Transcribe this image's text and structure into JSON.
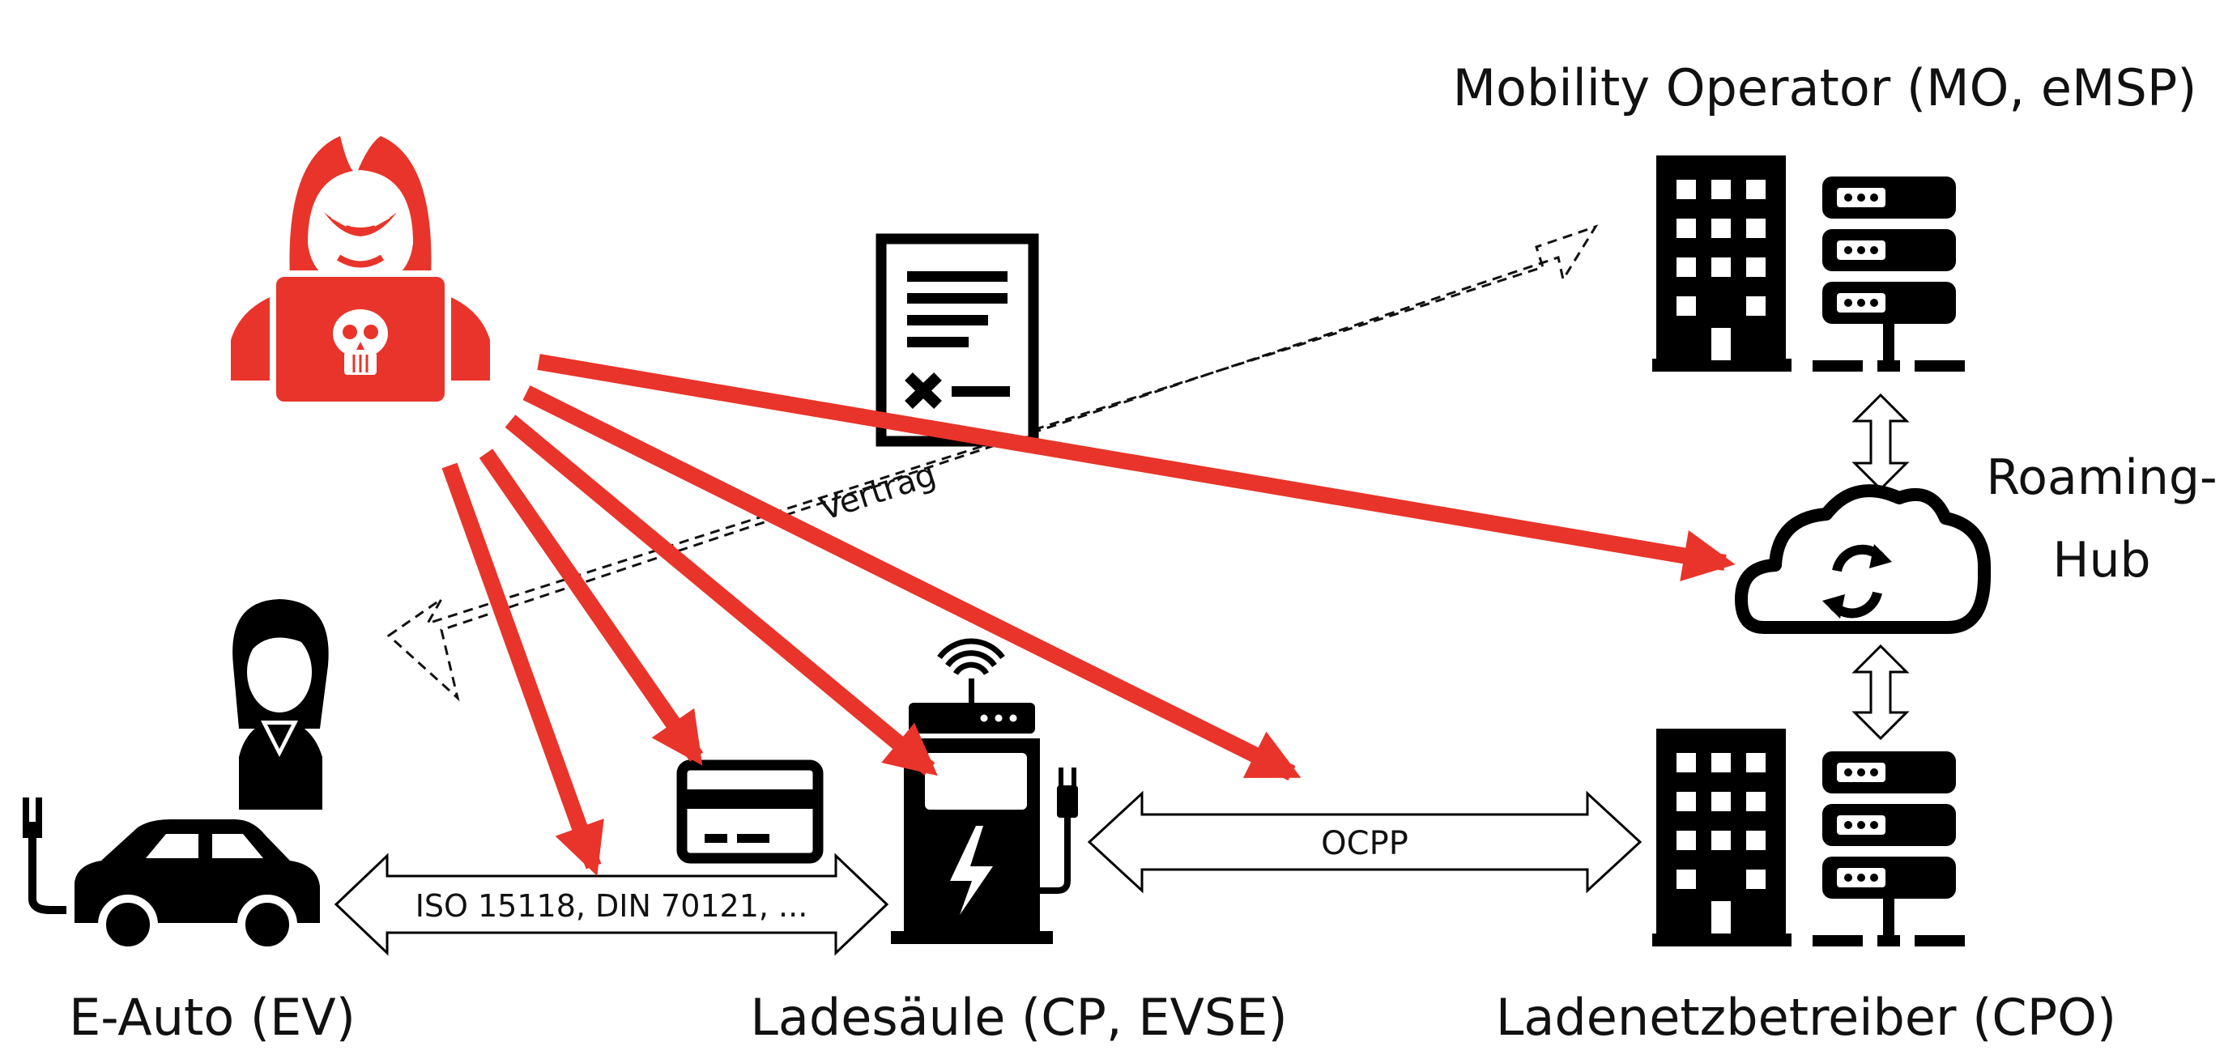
{
  "labels": {
    "mo": "Mobility Operator (MO, eMSP)",
    "roaming_line1": "Roaming-",
    "roaming_line2": "Hub",
    "ev": "E-Auto (EV)",
    "cp": "Ladesäule (CP, EVSE)",
    "cpo": "Ladenetzbetreiber (CPO)",
    "iso": "ISO 15118, DIN 70121, ...",
    "ocpp": "OCPP",
    "contract": "Vertrag"
  },
  "colors": {
    "attack": "#e8342a",
    "icon": "#000000",
    "text": "#111111",
    "background": "#ffffff"
  },
  "icons": [
    "hacker-icon",
    "contract-icon",
    "office-building-icon",
    "server-icon",
    "cloud-sync-icon",
    "user-icon",
    "car-icon",
    "card-icon",
    "charging-station-icon"
  ]
}
